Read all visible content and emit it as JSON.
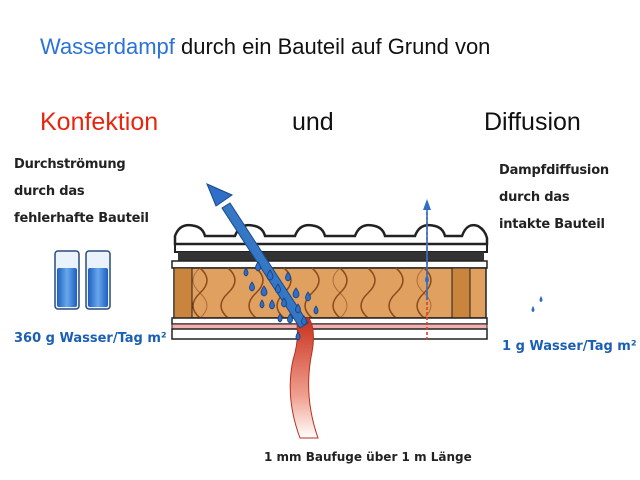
{
  "title": {
    "accent": "Wasserdampf",
    "rest": " durch ein Bauteil auf Grund von"
  },
  "subtitle": {
    "left": "Konfektion",
    "middle": "und",
    "right": "Diffusion"
  },
  "left_panel": {
    "lines": [
      "Durchströmung",
      "durch das",
      "fehlerhafte Bauteil"
    ],
    "rate": "360 g Wasser/Tag m²"
  },
  "right_panel": {
    "lines": [
      "Dampfdiffusion",
      "durch das",
      "intakte Bauteil"
    ],
    "rate": "1 g Wasser/Tag m²"
  },
  "caption": "1 mm Baufuge über 1 m Länge",
  "colors": {
    "accent_blue": "#2a72d8",
    "accent_red": "#e8260f",
    "insulation": "#e0a060",
    "insulation_dark": "#8a4a1a",
    "droplet_blue": "#2f6fc8",
    "leak_red": "#d8412c"
  }
}
